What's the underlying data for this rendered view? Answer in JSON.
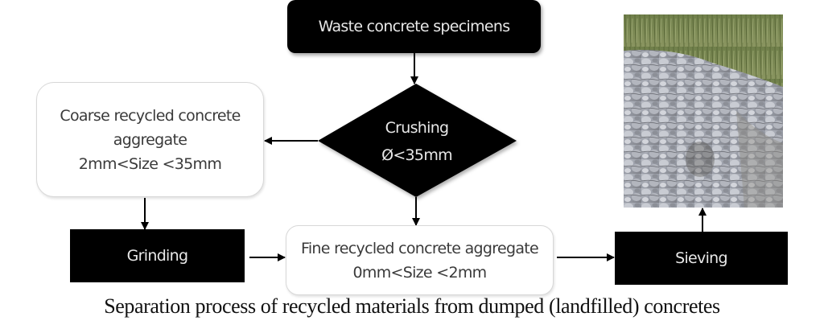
{
  "diagram": {
    "nodes": {
      "waste": {
        "label": "Waste concrete specimens",
        "shape": "rounded-rectangle",
        "fill": "#000000"
      },
      "crushing": {
        "lines": [
          "Crushing",
          "Ø<35mm"
        ],
        "shape": "diamond",
        "fill": "#000000"
      },
      "coarse": {
        "lines": [
          "Coarse recycled concrete",
          "aggregate",
          "2mm<Size <35mm"
        ],
        "shape": "rounded-rectangle",
        "fill": "#ffffff"
      },
      "grinding": {
        "label": "Grinding",
        "shape": "rectangle",
        "fill": "#000000"
      },
      "fine": {
        "lines": [
          "Fine recycled concrete aggregate",
          "0mm<Size <2mm"
        ],
        "shape": "rounded-rectangle",
        "fill": "#ffffff"
      },
      "sieving": {
        "label": "Sieving",
        "shape": "rectangle",
        "fill": "#000000"
      },
      "photo": {
        "description": "Photograph of crushed recycled concrete aggregate pile on grass"
      }
    },
    "edges": [
      {
        "from": "waste",
        "to": "crushing"
      },
      {
        "from": "crushing",
        "to": "coarse"
      },
      {
        "from": "crushing",
        "to": "fine"
      },
      {
        "from": "coarse",
        "to": "grinding"
      },
      {
        "from": "grinding",
        "to": "fine"
      },
      {
        "from": "fine",
        "to": "sieving"
      },
      {
        "from": "sieving",
        "to": "photo"
      }
    ],
    "caption": "Separation process of recycled materials from dumped (landfilled) concretes"
  }
}
